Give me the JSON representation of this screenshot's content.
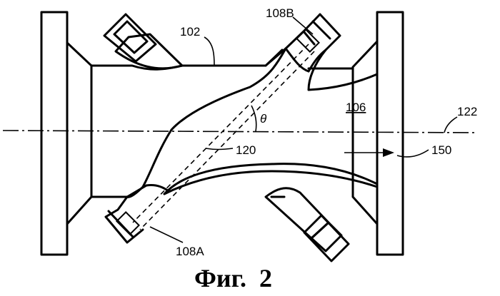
{
  "labels": {
    "body": "102",
    "sensor_top": "108B",
    "sensor_bottom": "108A",
    "chamber": "106",
    "path": "120",
    "axis": "122",
    "flow": "150",
    "angle": "θ"
  },
  "caption": "Фиг.  2"
}
